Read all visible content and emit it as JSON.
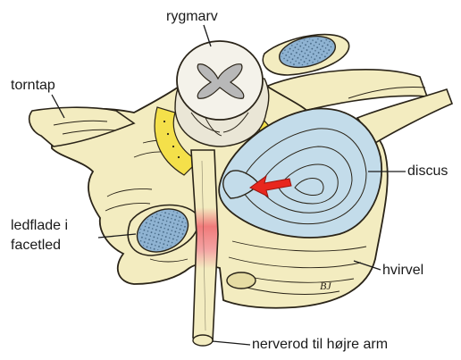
{
  "labels": {
    "rygmarv": "rygmarv",
    "torntap": "torntap",
    "ledflade_line1": "ledflade i",
    "ledflade_line2": "facetled",
    "discus": "discus",
    "hvirvel": "hvirvel",
    "nerverod": "nerverod til højre arm"
  },
  "signature": "BJ",
  "colors": {
    "bone": "#f3ecc0",
    "bone_shadow": "#e6dca3",
    "outline": "#2a2418",
    "cartilage": "#8fb3d2",
    "disc": "#c3dcea",
    "spinal_cord": "#f4f2ea",
    "grey_matter": "#b8b8b8",
    "ligament": "#f4e04a",
    "pinch_highlight": "#f07a7a",
    "arrow": "#e8271e"
  }
}
